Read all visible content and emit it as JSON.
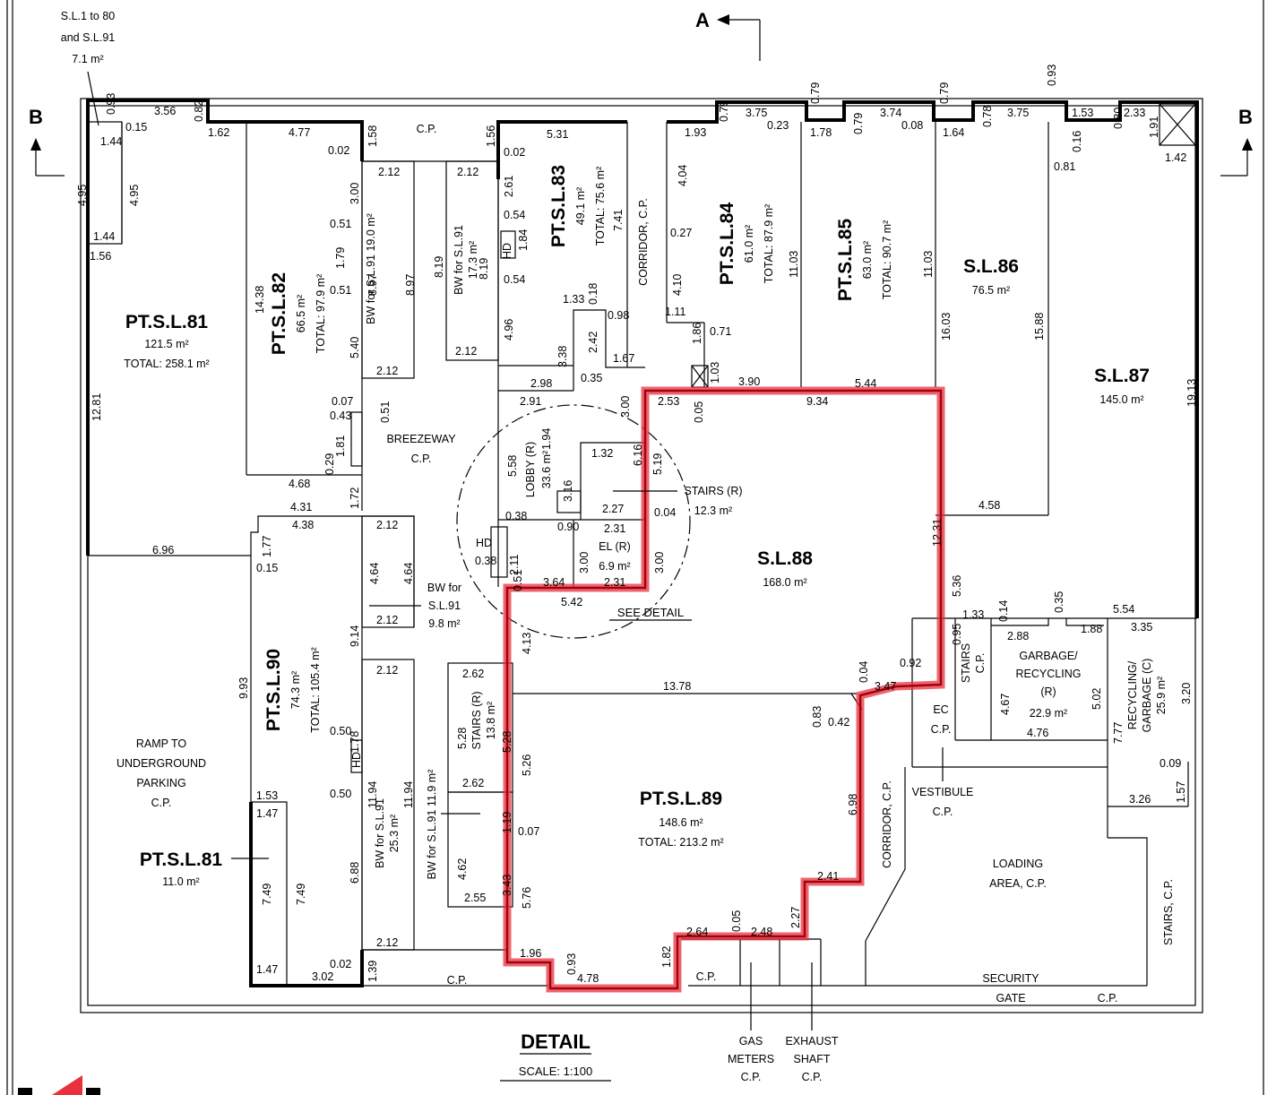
{
  "diagram": {
    "section_mark_a": "A",
    "section_mark_b_left": "B",
    "section_mark_b_right": "B",
    "callout_top": {
      "line1": "S.L.1 to 80",
      "line2": "and S.L.91",
      "line3": "7.1 m²"
    },
    "title": "DETAIL",
    "scale": "SCALE: 1:100",
    "see_detail": "SEE DETAIL",
    "colors": {
      "highlight": "#e8313c",
      "highlight_inner": "#a40010",
      "line": "#000000"
    },
    "lots": {
      "ptsl81": {
        "name": "PT.S.L.81",
        "area": "121.5 m²",
        "total": "TOTAL: 258.1 m²"
      },
      "ptsl81b": {
        "name": "PT.S.L.81",
        "area": "11.0 m²"
      },
      "ptsl82": {
        "name": "PT.S.L.82",
        "area": "66.5 m²",
        "total": "TOTAL: 97.9 m²"
      },
      "ptsl83": {
        "name": "PT.S.L.83",
        "area": "49.1 m²",
        "total": "TOTAL: 75.6 m²"
      },
      "ptsl84": {
        "name": "PT.S.L.84",
        "area": "61.0 m²",
        "total": "TOTAL: 87.9 m²"
      },
      "ptsl85": {
        "name": "PT.S.L.85",
        "area": "63.0 m²",
        "total": "TOTAL: 90.7 m²"
      },
      "sl86": {
        "name": "S.L.86",
        "area": "76.5 m²"
      },
      "sl87": {
        "name": "S.L.87",
        "area": "145.0 m²"
      },
      "sl88": {
        "name": "S.L.88",
        "area": "168.0 m²"
      },
      "ptsl89": {
        "name": "PT.S.L.89",
        "area": "148.6 m²",
        "total": "TOTAL: 213.2 m²"
      },
      "ptsl90": {
        "name": "PT.S.L.90",
        "area": "74.3 m²",
        "total": "TOTAL: 105.4 m²"
      }
    },
    "areas": {
      "bw82": {
        "line1": "BW for",
        "line2": "S.L.91",
        "line3": "19.0 m²"
      },
      "bw83": {
        "line1": "BW for S.L.91",
        "line2": "17.3 m²"
      },
      "bw90a": {
        "line1": "BW for",
        "line2": "S.L.91",
        "line3": "9.8 m²"
      },
      "bw90b": {
        "line1": "BW for S.L.91",
        "line2": "25.3 m²"
      },
      "bw89": {
        "line1": "BW for S.L.91 11.9 m²"
      },
      "breezeway": {
        "line1": "BREEZEWAY",
        "line2": "C.P."
      },
      "corridor_top": "CORRIDOR, C.P.",
      "lobby": {
        "line1": "LOBBY (R)",
        "line2": "33.6 m²"
      },
      "stairs_r": {
        "line1": "STAIRS (R)",
        "line2": "12.3 m²"
      },
      "el": {
        "line1": "EL (R)",
        "line2": "6.9 m²"
      },
      "stairs_r2": {
        "line1": "STAIRS (R)",
        "line2": "13.8 m²"
      },
      "ramp": {
        "line1": "RAMP TO",
        "line2": "UNDERGROUND",
        "line3": "PARKING",
        "line4": "C.P."
      },
      "garbage": {
        "line1": "GARBAGE/",
        "line2": "RECYCLING",
        "line3": "(R)",
        "line4": "22.9 m²"
      },
      "recycling": {
        "line1": "RECYCLING/",
        "line2": "GARBAGE (C)",
        "line3": "25.9 m²"
      },
      "stairs_cp": {
        "line1": "STAIRS",
        "line2": "C.P."
      },
      "ec": {
        "line1": "EC",
        "line2": "C.P."
      },
      "vestibule": {
        "line1": "VESTIBULE",
        "line2": "C.P."
      },
      "corridor_right": "CORRIDOR, C.P.",
      "loading": {
        "line1": "LOADING",
        "line2": "AREA, C.P."
      },
      "stairs_cp2": "STAIRS, C.P.",
      "security": {
        "line1": "SECURITY",
        "line2": "GATE"
      },
      "gas": {
        "line1": "GAS",
        "line2": "METERS",
        "line3": "C.P."
      },
      "exhaust": {
        "line1": "EXHAUST",
        "line2": "SHAFT",
        "line3": "C.P."
      },
      "hd": "HD",
      "cp": "C.P."
    }
  }
}
